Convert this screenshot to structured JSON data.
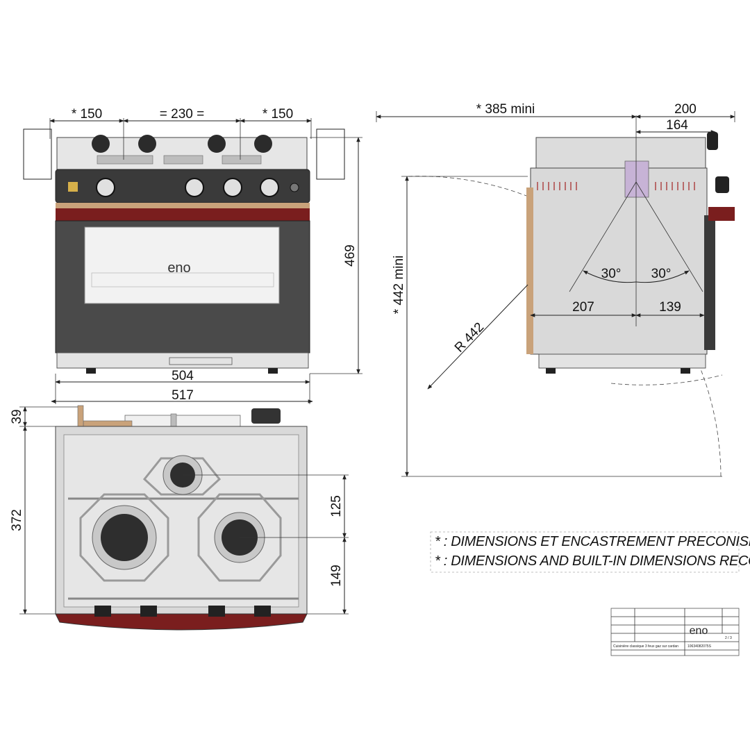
{
  "front_view": {
    "dims": {
      "left_spacing": "* 150",
      "middle_spacing": "= 230 =",
      "right_spacing": "* 150",
      "height": "469",
      "width_inner": "504",
      "width_outer": "517"
    },
    "brand": "eno"
  },
  "top_view": {
    "dims": {
      "offset": "39",
      "depth": "372",
      "burner_spacing": "125",
      "front_offset": "149"
    }
  },
  "side_view": {
    "dims": {
      "clearance_depth": "* 385  mini",
      "depth_total": "200",
      "knob_depth": "164",
      "clearance_height": "* 442  mini",
      "radius": "R 442",
      "angle_left": "30°",
      "angle_right": "30°",
      "rear_to_axis": "207",
      "axis_to_front": "139"
    }
  },
  "notes": {
    "line_fr": "* : DIMENSIONS ET ENCASTREMENT PRECONISE",
    "line_en": "* : DIMENSIONS AND BUILT-IN DIMENSIONS RECOMMENDED"
  },
  "title_block": {
    "brand": "eno",
    "description": "Cuisinière classique 3 feux gaz sur cardan",
    "reference": "10634082075S",
    "page": "2 / 3"
  },
  "colors": {
    "line": "#222222",
    "appliance_body": "#d9d9d9",
    "control_panel": "#3a3a3a",
    "trim_red": "#7a1e1e",
    "oven_glass": "#f2f2f2"
  }
}
